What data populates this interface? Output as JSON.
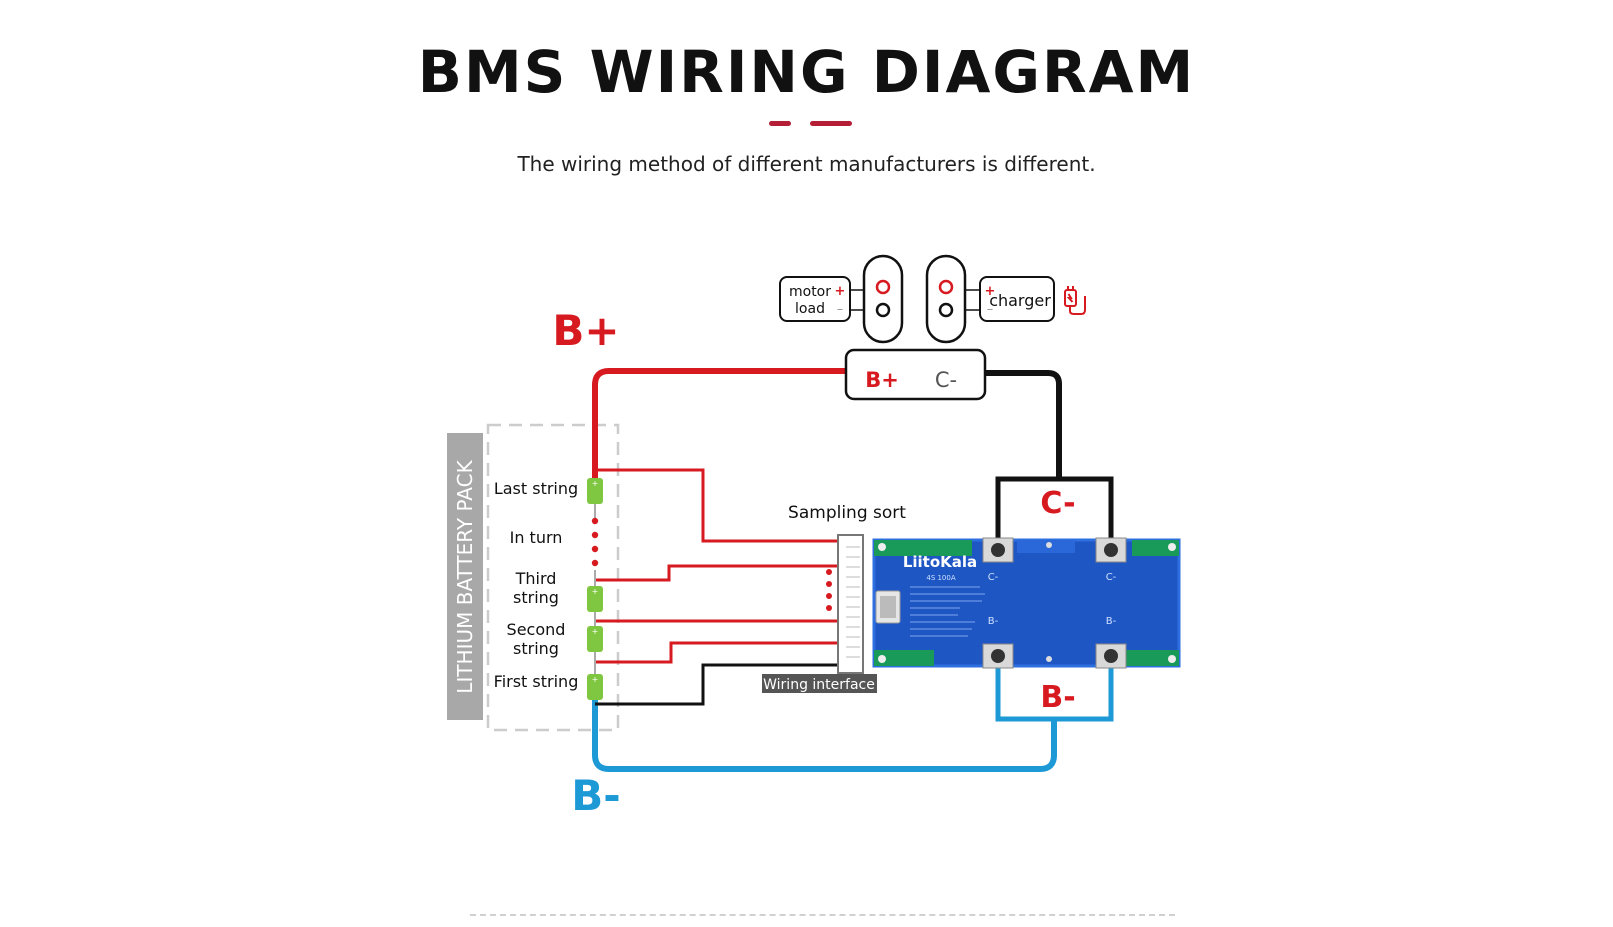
{
  "title": "BMS WIRING DIAGRAM",
  "subtitle": "The wiring method of different manufacturers is different.",
  "colors": {
    "red": "#d71920",
    "blue": "#1d9ad6",
    "black": "#111111",
    "accent": "#b61e35",
    "board": "#1e56c4",
    "cell": "#7fc740"
  },
  "labels": {
    "b_plus_big": "B+",
    "b_minus_big": "B-",
    "c_minus_big": "C-",
    "b_minus_board": "B-",
    "pack": "LITHIUM BATTERY PACK",
    "last_string": "Last string",
    "in_turn": "In turn",
    "third_string": [
      "Third",
      "string"
    ],
    "second_string": [
      "Second",
      "string"
    ],
    "first_string": "First string",
    "sampling_sort": "Sampling sort",
    "wiring_interface": "Wiring interface",
    "motor_load": [
      "motor",
      "load"
    ],
    "charger": "charger",
    "port_b_plus": "B+",
    "port_c_minus": "C-",
    "brand": "LiitoKala",
    "board_model": "4S 100A",
    "board_c1": "C-",
    "board_c2": "C-",
    "board_b1": "B-",
    "board_b2": "B-"
  }
}
